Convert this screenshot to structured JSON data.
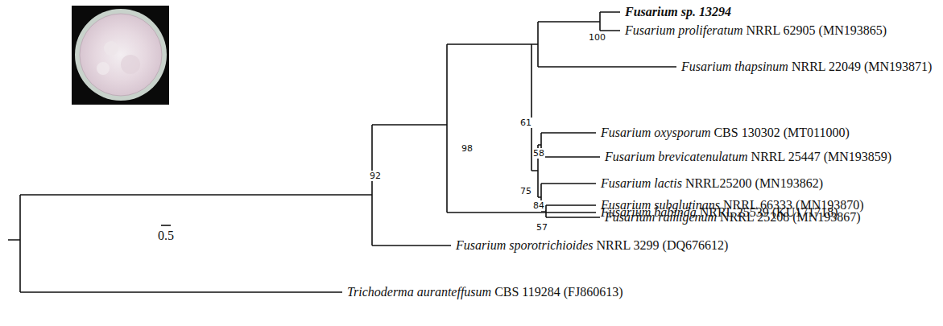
{
  "diagram": {
    "labels": [
      "Fusarium sp. 13294",
      "Fusarium proliferatum",
      "NRRL 62905 (MN193865)",
      "Fusarium thapsinum",
      "NRRL 22049 (MN193871)",
      "Fusarium oxysporum",
      "CBS 130302 (MT011000)",
      "Fusarium brevicatenulatum",
      "NRRL 25447 (MN193859)",
      "Fusarium lactis",
      "NRRL25200 (MN193862)",
      "Fusarium subglutinans",
      "NRRL 66333 (MN193870)",
      "Fusarium ramigenum",
      "NRRL 25208 (MN193867)",
      "Fusarium babinda",
      "NRRL 25539 (KU171718)",
      "Fusarium sporotrichioides",
      "NRRL 3299 (DQ676612)",
      "Trichoderma auranteffusum",
      "CBS 119284 (FJ860613)",
      "100",
      "61",
      "98",
      "58",
      "75",
      "84",
      "57",
      "92",
      "0.5"
    ]
  }
}
